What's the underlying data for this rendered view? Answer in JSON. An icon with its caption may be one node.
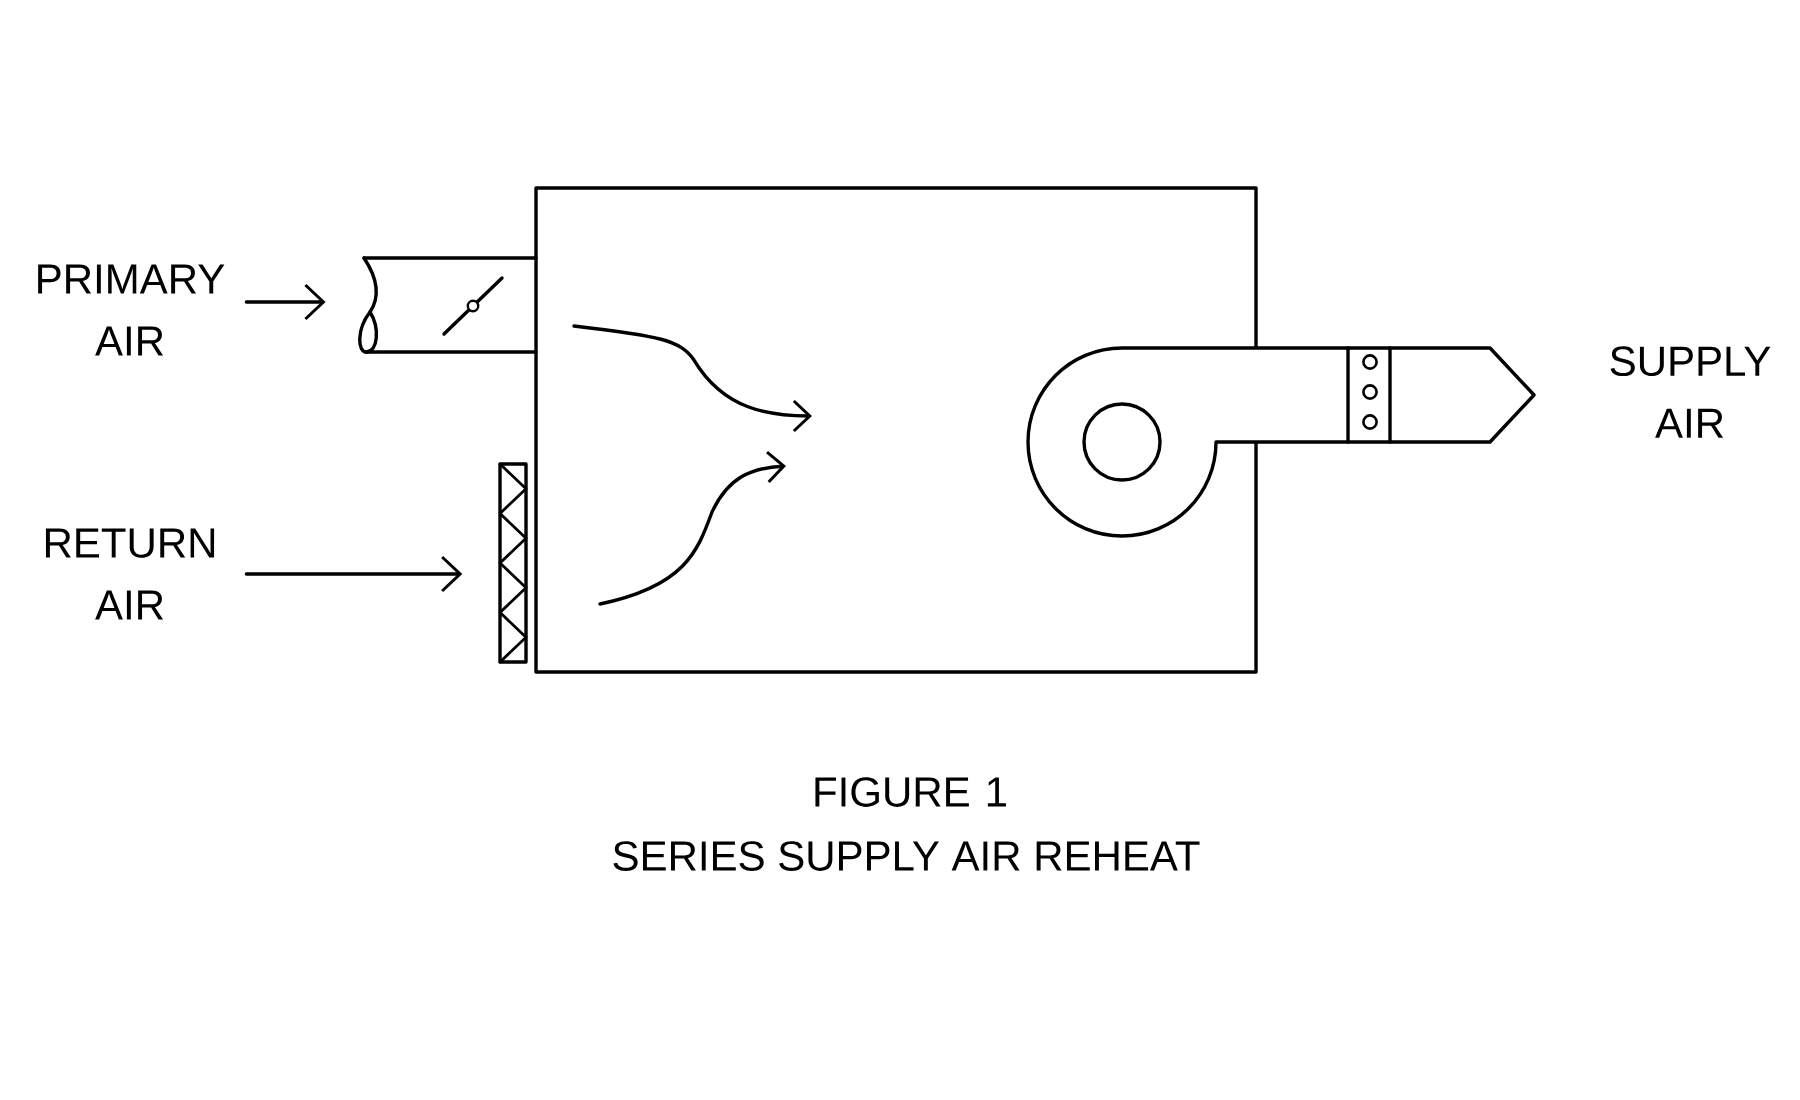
{
  "diagram": {
    "caption": "SERIES SUPPLY AIR REHEAT",
    "nodes": [
      {
        "text": [
          "PRIMARY AIR"
        ]
      },
      {
        "text": [],
        "shape": "picture"
      },
      {
        "text": [
          "RETURN AIR"
        ]
      },
      {
        "text": [],
        "shape": "box"
      },
      {
        "text": [],
        "shape": "box"
      }
    ],
    "edges": [
      {
        "from": 0,
        "to": 1,
        "arrow": "to"
      },
      {
        "from": 2,
        "to": 3,
        "arrow": "to"
      }
    ],
    "labels": [
      "SUPPLY AIR",
      "FIGURE 1"
    ]
  }
}
